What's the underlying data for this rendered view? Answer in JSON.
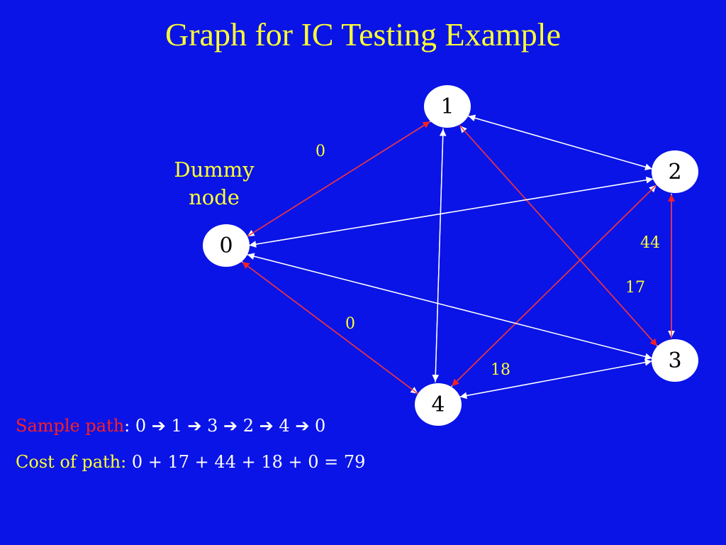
{
  "title": "Graph for IC Testing Example",
  "annotation": [
    "Dummy",
    "node"
  ],
  "nodes": [
    {
      "id": "0",
      "label": "0"
    },
    {
      "id": "1",
      "label": "1"
    },
    {
      "id": "2",
      "label": "2"
    },
    {
      "id": "3",
      "label": "3"
    },
    {
      "id": "4",
      "label": "4"
    }
  ],
  "edges": [
    {
      "from": "1",
      "to": "0",
      "color": "white"
    },
    {
      "from": "0",
      "to": "1",
      "color": "red"
    },
    {
      "from": "1",
      "to": "2",
      "color": "white"
    },
    {
      "from": "2",
      "to": "1",
      "color": "white"
    },
    {
      "from": "1",
      "to": "4",
      "color": "white"
    },
    {
      "from": "4",
      "to": "1",
      "color": "white"
    },
    {
      "from": "3",
      "to": "1",
      "color": "white"
    },
    {
      "from": "1",
      "to": "3",
      "color": "red"
    },
    {
      "from": "2",
      "to": "0",
      "color": "white"
    },
    {
      "from": "0",
      "to": "2",
      "color": "white"
    },
    {
      "from": "2",
      "to": "3",
      "color": "white"
    },
    {
      "from": "3",
      "to": "2",
      "color": "red"
    },
    {
      "from": "4",
      "to": "2",
      "color": "white"
    },
    {
      "from": "2",
      "to": "4",
      "color": "red"
    },
    {
      "from": "3",
      "to": "0",
      "color": "white"
    },
    {
      "from": "0",
      "to": "3",
      "color": "white"
    },
    {
      "from": "0",
      "to": "4",
      "color": "white"
    },
    {
      "from": "4",
      "to": "0",
      "color": "red"
    },
    {
      "from": "3",
      "to": "4",
      "color": "white"
    },
    {
      "from": "4",
      "to": "3",
      "color": "white"
    }
  ],
  "edge_labels": [
    {
      "edge": "0-1",
      "text": "0"
    },
    {
      "edge": "1-3",
      "text": "17"
    },
    {
      "edge": "3-2",
      "text": "44"
    },
    {
      "edge": "2-4",
      "text": "18"
    },
    {
      "edge": "4-0",
      "text": "0"
    }
  ],
  "sample_path": {
    "label": "Sample path",
    "sequence": [
      "0",
      "1",
      "3",
      "2",
      "4",
      "0"
    ],
    "arrow": "➔"
  },
  "cost": {
    "label": "Cost of path:",
    "expression": "0 + 17 + 44 + 18 + 0 = 79"
  },
  "colors": {
    "background": "#0a14e6",
    "text": "#ffff33",
    "path_edge": "#ff2020",
    "edge": "#ffffff",
    "node_fill": "#ffffff"
  }
}
